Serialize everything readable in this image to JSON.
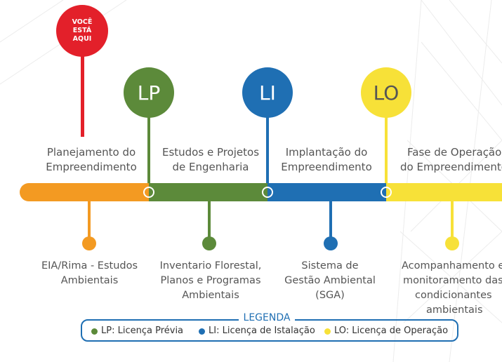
{
  "colors": {
    "red": "#e3202a",
    "orange": "#f39a22",
    "green": "#5c8a3a",
    "blue": "#1f6fb3",
    "yellow": "#f7e138"
  },
  "here_marker": {
    "label": "VOCÊ ESTÁ AQUI"
  },
  "licenses": [
    {
      "code": "LP"
    },
    {
      "code": "LI"
    },
    {
      "code": "LO"
    }
  ],
  "phases": [
    {
      "line1": "Planejamento do",
      "line2": "Empreendimento"
    },
    {
      "line1": "Estudos e Projetos",
      "line2": "de Engenharia"
    },
    {
      "line1": "Implantação do",
      "line2": "Empreendimento"
    },
    {
      "line1": "Fase de Operação",
      "line2": "do Empreendimento"
    }
  ],
  "deliverables": [
    {
      "lines": [
        "EIA/Rima - Estudos",
        "Ambientais"
      ]
    },
    {
      "lines": [
        "Inventario Florestal,",
        "Planos e Programas",
        "Ambientais"
      ]
    },
    {
      "lines": [
        "Sistema de",
        "Gestão Ambiental",
        "(SGA)"
      ]
    },
    {
      "lines": [
        "Acompanhamento e",
        "monitoramento das",
        "condicionantes",
        "ambientais"
      ]
    }
  ],
  "legend": {
    "title": "LEGENDA",
    "items": [
      {
        "text": "LP: Licença Prévia",
        "color": "#5c8a3a"
      },
      {
        "text": "LI: Licença de Istalação",
        "color": "#1f6fb3"
      },
      {
        "text": "LO: Licença de Operação",
        "color": "#f7e138"
      }
    ]
  }
}
